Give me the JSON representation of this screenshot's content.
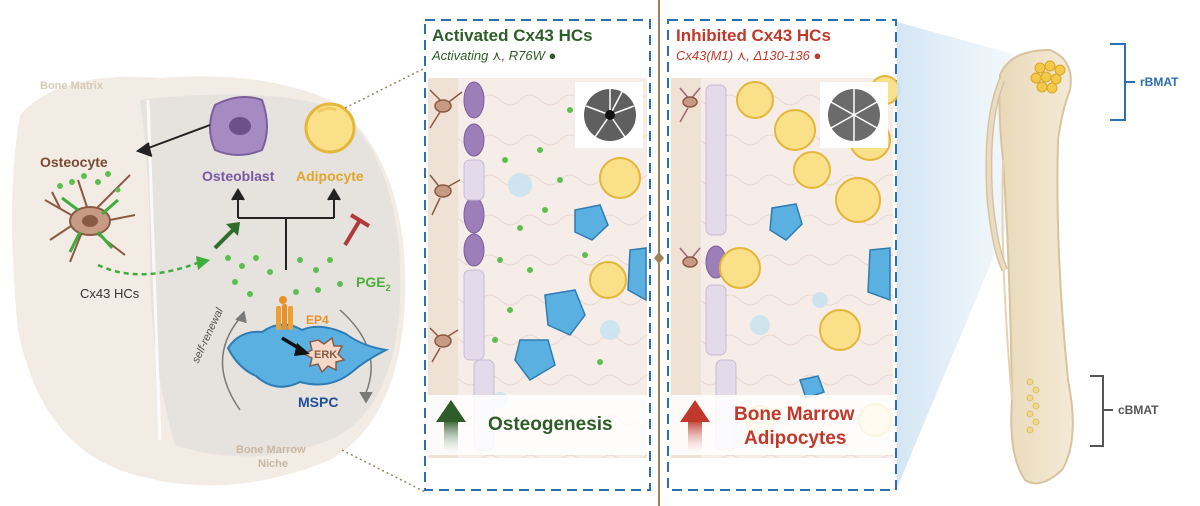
{
  "left_panel": {
    "bone_matrix": "Bone Matrix",
    "osteocyte": "Osteocyte",
    "osteoblast": "Osteoblast",
    "adipocyte": "Adipocyte",
    "cx43_hcs": "Cx43 HCs",
    "pge2_main": "PGE",
    "pge2_sub": "2",
    "ep4": "EP4",
    "erk": "ERK",
    "self_renewal": "self-renewal",
    "mspc": "MSPC",
    "niche_line1": "Bone Marrow",
    "niche_line2": "Niche"
  },
  "activated_panel": {
    "title": "Activated Cx43 HCs",
    "subtitle_a": "Activating",
    "subtitle_b": ", R76W",
    "outcome": "Osteogenesis",
    "accent_color": "#2f5d2a"
  },
  "inhibited_panel": {
    "title": "Inhibited Cx43 HCs",
    "subtitle_a": "Cx43(M1)",
    "subtitle_b": ", Δ130-136",
    "outcome_line1": "Bone Marrow",
    "outcome_line2": "Adipocytes",
    "accent_color": "#c0392b"
  },
  "bone": {
    "rbmat": "rBMAT",
    "cbmat": "cBMAT",
    "label_color": "#2c6fb5"
  }
}
